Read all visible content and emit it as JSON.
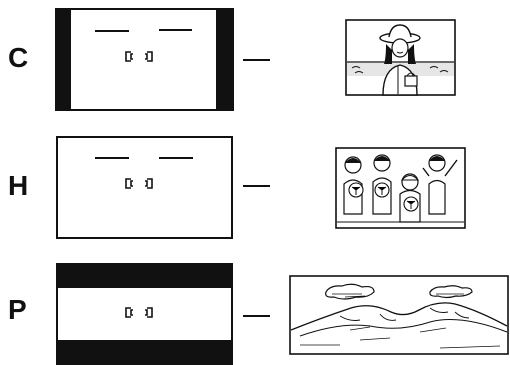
{
  "rows": [
    {
      "label": "C",
      "format": "classic",
      "aspect_ratio_description_hidden": null
    },
    {
      "label": "H",
      "format": "hdtv"
    },
    {
      "label": "P",
      "format": "panoramic"
    }
  ],
  "colors": {
    "ink": "#111111",
    "paper": "#ffffff"
  }
}
